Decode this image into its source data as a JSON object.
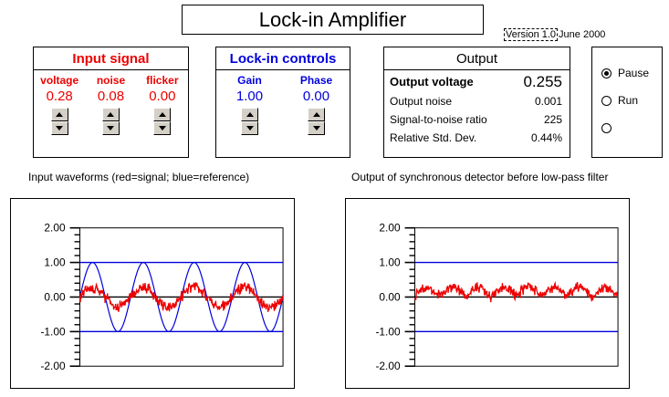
{
  "app": {
    "title": "Lock-in Amplifier",
    "version_tag": "Version 1.0",
    "version_date": "June 2000"
  },
  "colors": {
    "signal_red": "#ee0000",
    "reference_blue": "#0000dd",
    "panel_border": "#000000",
    "background": "#ffffff"
  },
  "input_panel": {
    "header": "Input signal",
    "fields": [
      {
        "label": "voltage",
        "value": "0.28"
      },
      {
        "label": "noise",
        "value": "0.08"
      },
      {
        "label": "flicker",
        "value": "0.00"
      }
    ]
  },
  "lockin_panel": {
    "header": "Lock-in controls",
    "fields": [
      {
        "label": "Gain",
        "value": "1.00"
      },
      {
        "label": "Phase",
        "value": "0.00"
      }
    ]
  },
  "output_panel": {
    "header": "Output",
    "rows": [
      {
        "label": "Output voltage",
        "value": "0.255"
      },
      {
        "label": "Output noise",
        "value": "0.001"
      },
      {
        "label": "Signal-to-noise ratio",
        "value": "225"
      },
      {
        "label": "Relative Std. Dev.",
        "value": "0.44%"
      }
    ]
  },
  "run_control": {
    "options": [
      {
        "label": "Pause",
        "selected": true
      },
      {
        "label": "Run",
        "selected": false
      },
      {
        "label": "",
        "selected": false
      }
    ]
  },
  "captions": {
    "left": "Input waveforms (red=signal; blue=reference)",
    "right": "Output of synchronous detector before low-pass filter"
  },
  "chart_data": [
    {
      "id": "input-waveforms",
      "type": "line",
      "title": "Input waveforms (red=signal; blue=reference)",
      "xlabel": "",
      "ylabel": "",
      "ylim": [
        -2.0,
        2.0
      ],
      "yticks": [
        "2.00",
        "1.00",
        "0.00",
        "-1.00",
        "-2.00"
      ],
      "ytick_values": [
        2.0,
        1.0,
        0.0,
        -1.0,
        -2.0
      ],
      "minor_ticks_per_interval": 4,
      "grid": false,
      "legend": "none",
      "xlim": [
        0,
        4
      ],
      "x_unit": "cycles",
      "series": [
        {
          "name": "reference",
          "color": "#0000dd",
          "waveform": "sine",
          "amplitude": 1.0,
          "offset": 0.0,
          "cycles": 4,
          "noise": 0.0
        },
        {
          "name": "signal",
          "color": "#ee0000",
          "waveform": "sine",
          "amplitude": 0.28,
          "offset": 0.0,
          "cycles": 4,
          "noise": 0.08,
          "phase_deg": 0
        },
        {
          "name": "limit-upper",
          "color": "#0000dd",
          "waveform": "constant",
          "value": 1.0
        },
        {
          "name": "limit-lower",
          "color": "#0000dd",
          "waveform": "constant",
          "value": -1.0
        },
        {
          "name": "zero-line",
          "color": "#000000",
          "waveform": "constant",
          "value": 0.0
        }
      ]
    },
    {
      "id": "synchronous-detector-output",
      "type": "line",
      "title": "Output of synchronous detector before low-pass filter",
      "xlabel": "",
      "ylabel": "",
      "ylim": [
        -2.0,
        2.0
      ],
      "yticks": [
        "2.00",
        "1.00",
        "0.00",
        "-1.00",
        "-2.00"
      ],
      "ytick_values": [
        2.0,
        1.0,
        0.0,
        -1.0,
        -2.0
      ],
      "minor_ticks_per_interval": 4,
      "grid": false,
      "legend": "none",
      "xlim": [
        0,
        4
      ],
      "x_unit": "cycles",
      "mean_value": 0.255,
      "series": [
        {
          "name": "rectified-product",
          "color": "#ee0000",
          "waveform": "rectified-sine",
          "amplitude": 0.28,
          "humps": 8,
          "baseline": 0.0,
          "noise": 0.08
        },
        {
          "name": "limit-upper",
          "color": "#0000dd",
          "waveform": "constant",
          "value": 1.0
        },
        {
          "name": "limit-lower",
          "color": "#0000dd",
          "waveform": "constant",
          "value": -1.0
        },
        {
          "name": "zero-line",
          "color": "#000000",
          "waveform": "constant",
          "value": 0.0
        }
      ]
    }
  ]
}
